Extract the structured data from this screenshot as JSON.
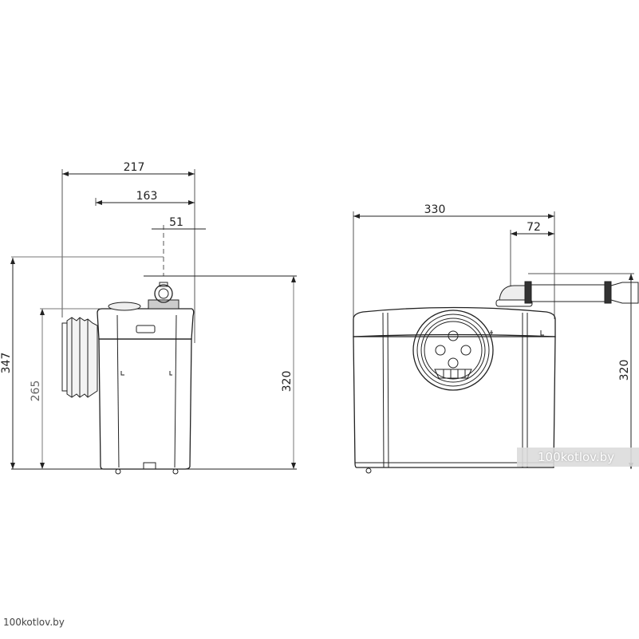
{
  "side_view": {
    "dimensions": {
      "total_depth": "217",
      "outlet_to_back": "163",
      "outlet_offset": "51",
      "total_height": "347",
      "inlet_height": "265",
      "outlet_height": "320"
    }
  },
  "front_view": {
    "dimensions": {
      "total_width": "330",
      "outlet_offset": "72",
      "outlet_height": "320"
    }
  },
  "watermarks": {
    "overlay": "100kotlov.by",
    "footer": "100kotlov.by"
  },
  "colors": {
    "line": "#222222",
    "dim_line": "#555555"
  }
}
